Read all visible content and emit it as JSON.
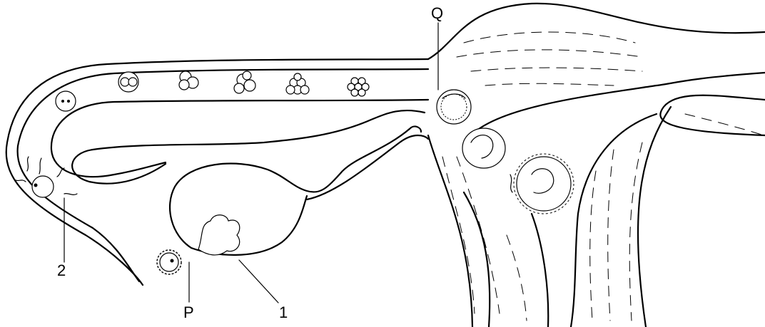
{
  "labels": {
    "q": "Q",
    "p": "P",
    "one": "1",
    "two": "2"
  }
}
